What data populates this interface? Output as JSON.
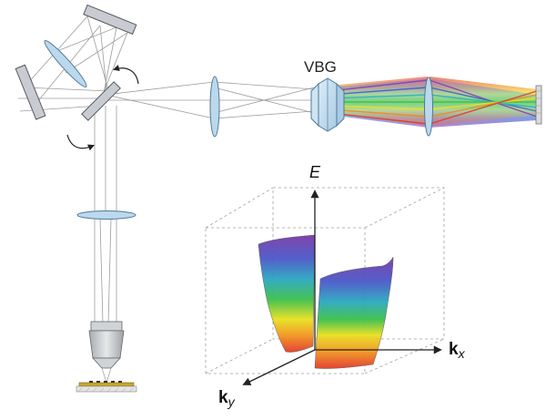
{
  "labels": {
    "vbg": "VBG",
    "energy_axis": "E",
    "kx_main": "k",
    "kx_sub": "x",
    "ky_main": "k",
    "ky_sub": "y"
  },
  "colors": {
    "mirror_fill": "#c8ccd2",
    "mirror_stroke": "#555a60",
    "lens_fill": "#bcd8ec",
    "lens_stroke": "#4f7a98",
    "beam": "#9a9a9a",
    "box_dash": "#9a9a9a",
    "axis": "#222222",
    "spectrum": [
      "#8a3fb0",
      "#3f5fd0",
      "#2fb0c8",
      "#3fc04a",
      "#f0e020",
      "#f08a20",
      "#e03a2a"
    ]
  }
}
